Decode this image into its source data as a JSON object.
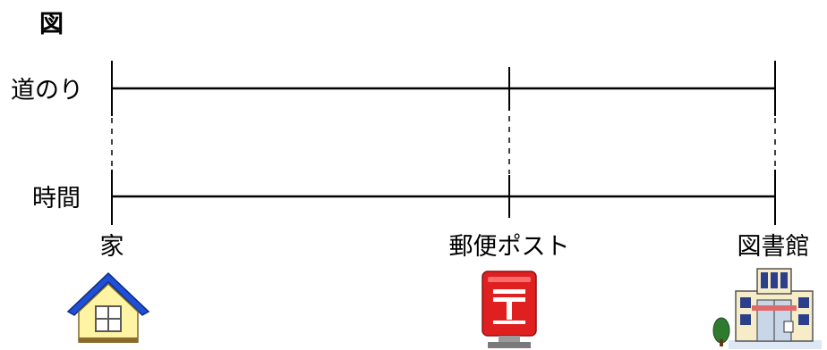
{
  "figure": {
    "title": "図"
  },
  "rows": {
    "distance_label": "道のり",
    "time_label": "時間"
  },
  "points": {
    "home": {
      "label": "家",
      "icon": "house-icon"
    },
    "post": {
      "label": "郵便ポスト",
      "icon": "mailbox-icon"
    },
    "library": {
      "label": "図書館",
      "icon": "library-building-icon"
    }
  },
  "colors": {
    "line": "#000000",
    "house_roof": "#1f4fd6",
    "house_wall": "#fff4a3",
    "mailbox": "#e02020"
  }
}
